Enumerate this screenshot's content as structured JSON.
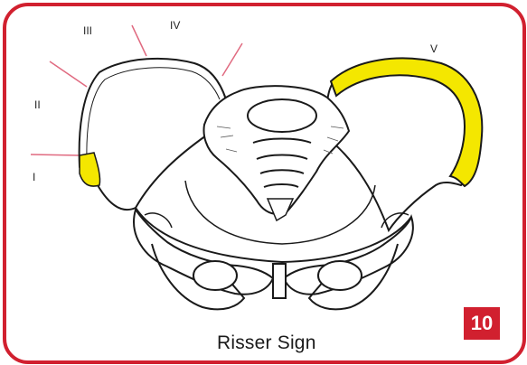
{
  "caption": "Risser Sign",
  "badge": "10",
  "grade_labels": {
    "i": "I",
    "ii": "II",
    "iii": "III",
    "iv": "IV",
    "v": "V"
  },
  "colors": {
    "border": "#d1202f",
    "highlight": "#f4e700",
    "pointer_line": "#e06a80",
    "badge_bg": "#d1202f"
  }
}
